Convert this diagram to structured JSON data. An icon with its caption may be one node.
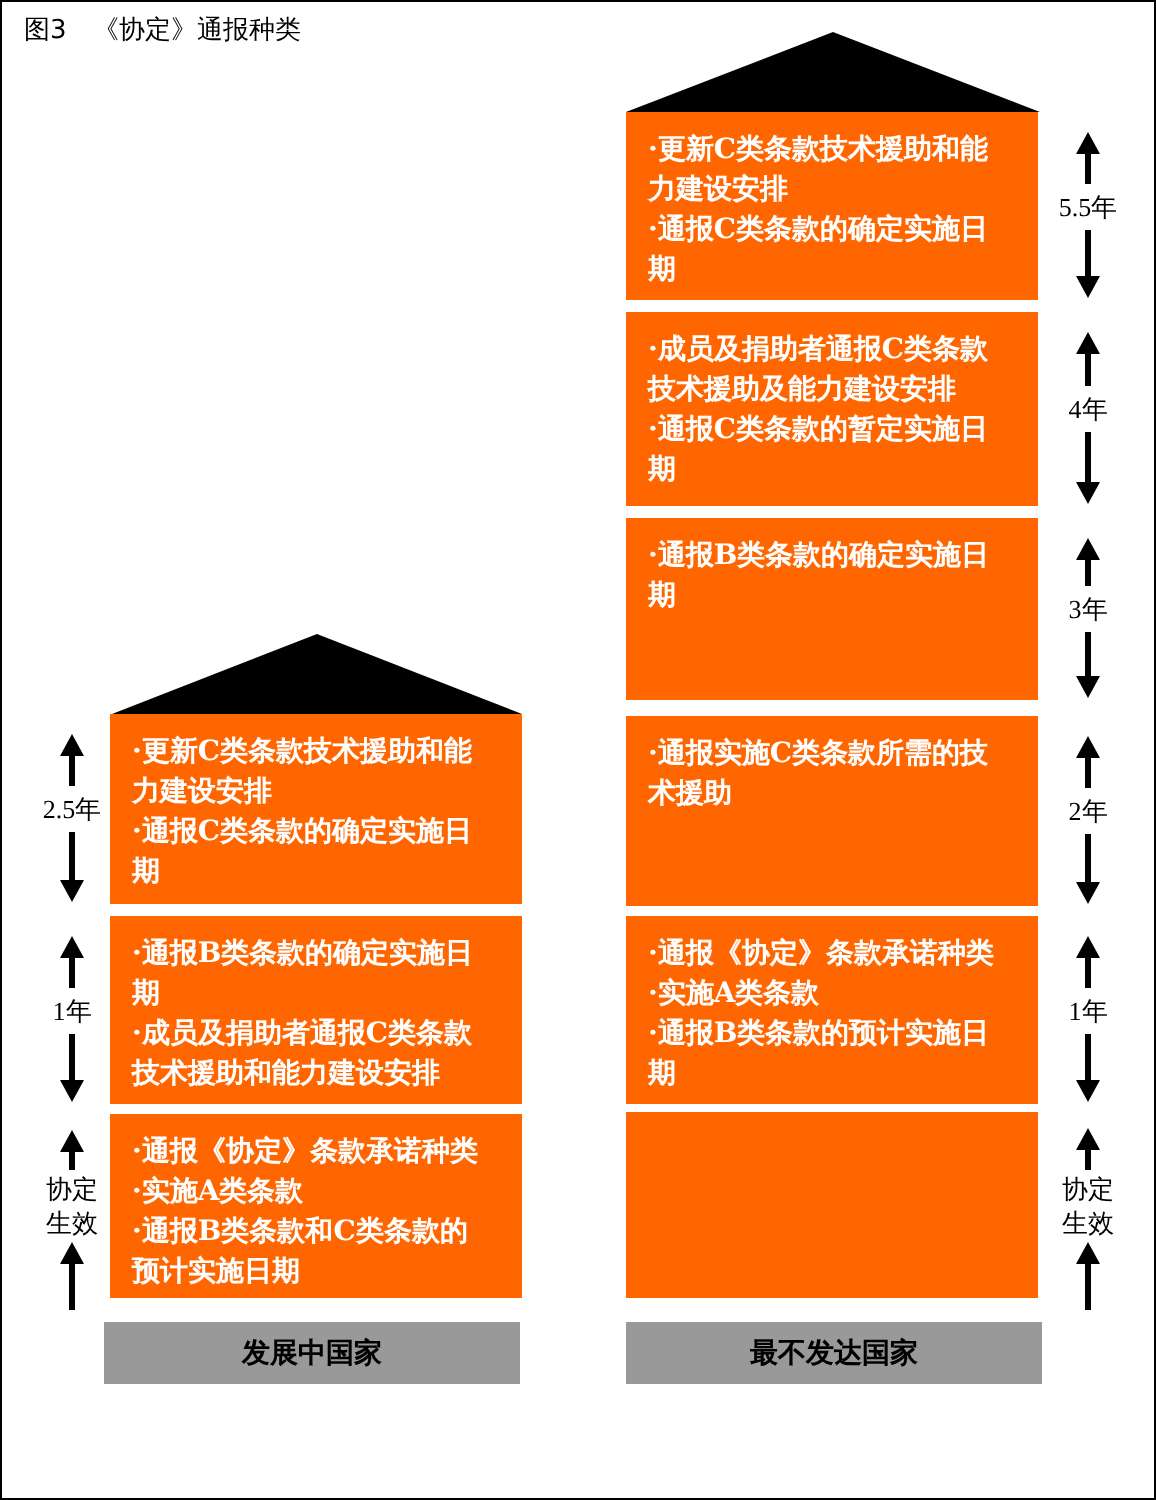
{
  "diagram": {
    "title": "图3　《协定》通报种类",
    "nodes": [
      {
        "text": [],
        "shape": "triangle"
      },
      {
        "text": [
          "·更新C类条款技术援助和能力建设安排",
          "·通报C类条款的确定实施日期"
        ],
        "beside": [
          "2.5年"
        ]
      },
      {
        "text": [
          "·通报B类条款的确定实施日期",
          "·成员及捐助者通报C类条款技术援助和能力建设安排"
        ],
        "beside": [
          "1年"
        ]
      },
      {
        "text": [
          "·通报《协定》条款承诺种类",
          "·实施A类条款",
          "·通报B类条款和C类条款的预计实施日期"
        ],
        "beside": [
          "协定生效"
        ]
      },
      {
        "text": [
          "发展中国家"
        ]
      },
      {
        "text": [],
        "shape": "triangle"
      },
      {
        "text": [
          "·更新C类条款技术援助和能力建设安排",
          "·通报C类条款的确定实施日期"
        ],
        "beside": [
          "5.5年"
        ]
      },
      {
        "text": [
          "·成员及捐助者通报C类条款技术援助及能力建设安排",
          "·通报C类条款的暂定实施日期"
        ],
        "beside": [
          "4年"
        ]
      },
      {
        "text": [
          "·通报B类条款的确定实施日期"
        ],
        "beside": [
          "3年"
        ]
      },
      {
        "text": [
          "·通报实施C类条款所需的技术援助"
        ],
        "beside": [
          "2年"
        ]
      },
      {
        "text": [
          "·通报《协定》条款承诺种类",
          "·实施A类条款",
          "·通报B类条款的预计实施日期"
        ],
        "beside": [
          "1年"
        ]
      },
      {
        "text": [],
        "shape": "box",
        "beside": [
          "协定生效"
        ]
      },
      {
        "text": [
          "最不发达国家"
        ]
      }
    ]
  }
}
